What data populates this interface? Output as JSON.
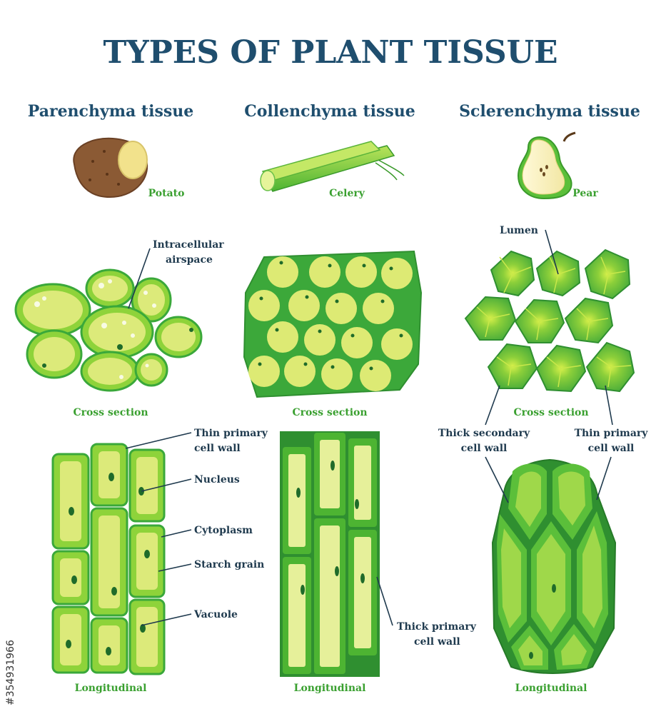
{
  "title": "TYPES OF PLANT TISSUE",
  "colors": {
    "heading": "#1f4e6e",
    "green_label": "#3aa030",
    "cell_wall": "#3aa83a",
    "cell_fill": "#dcea7a",
    "light_green": "#a8d84a",
    "label": "#1f3a4e"
  },
  "columns": [
    {
      "heading": "Parenchyma tissue",
      "example": "Potato",
      "example_icon": "potato-icon",
      "cross_section": "Cross section",
      "longitudinal": "Longitudinal",
      "labels": {
        "airspace": "Intracellular airspace",
        "airspace_line1": "Intracellular",
        "airspace_line2": "airspace",
        "wall_line1": "Thin primary",
        "wall_line2": "cell wall",
        "nucleus": "Nucleus",
        "cytoplasm": "Cytoplasm",
        "starch": "Starch grain",
        "vacuole": "Vacuole"
      }
    },
    {
      "heading": "Collenchyma tissue",
      "example": "Celery",
      "example_icon": "celery-icon",
      "cross_section": "Cross section",
      "longitudinal": "Longitudinal",
      "labels": {
        "wall_line1": "Thick primary",
        "wall_line2": "cell wall"
      }
    },
    {
      "heading": "Sclerenchyma tissue",
      "example": "Pear",
      "example_icon": "pear-icon",
      "cross_section": "Cross section",
      "longitudinal": "Longitudinal",
      "labels": {
        "lumen": "Lumen",
        "secondary_line1": "Thick secondary",
        "secondary_line2": "cell wall",
        "primary_line1": "Thin primary",
        "primary_line2": "cell wall"
      }
    }
  ],
  "watermark": "#354931966"
}
